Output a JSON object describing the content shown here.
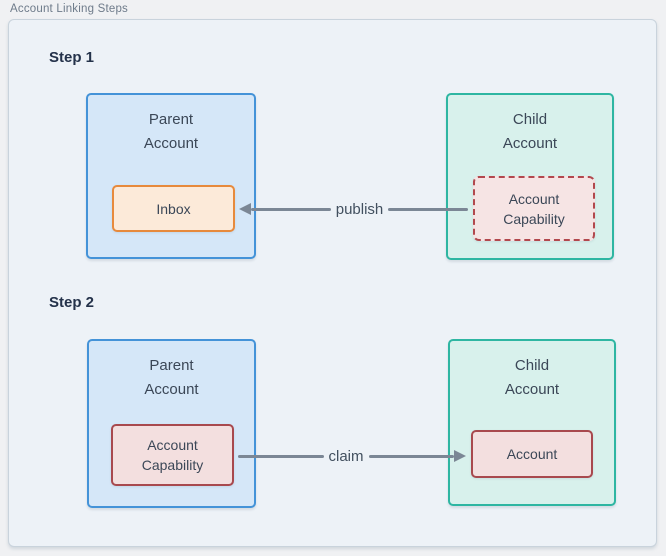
{
  "title": "Account Linking Steps",
  "colors": {
    "canvas_bg": "#edf2f7",
    "canvas_border": "#c9d3dc",
    "parent_box_bg": "#d5e7f8",
    "parent_box_border": "#4493d8",
    "child_box_bg": "#d8f1ec",
    "child_box_border": "#2eb6a2",
    "inbox_bg": "#fcead9",
    "inbox_border": "#e78a3c",
    "capability_bg": "#f3dfdf",
    "capability_border": "#a8494e",
    "arrow": "#7b8795",
    "heading_text": "#24324a",
    "box_text": "#3b4757"
  },
  "steps": [
    {
      "heading": "Step 1",
      "parent": {
        "title_line1": "Parent",
        "title_line2": "Account",
        "inner_line1": "Inbox",
        "inner_line2": ""
      },
      "child": {
        "title_line1": "Child",
        "title_line2": "Account",
        "inner_line1": "Account",
        "inner_line2": "Capability"
      },
      "arrow": {
        "label": "publish",
        "direction": "left"
      }
    },
    {
      "heading": "Step 2",
      "parent": {
        "title_line1": "Parent",
        "title_line2": "Account",
        "inner_line1": "Account",
        "inner_line2": "Capability"
      },
      "child": {
        "title_line1": "Child",
        "title_line2": "Account",
        "inner_line1": "Account",
        "inner_line2": ""
      },
      "arrow": {
        "label": "claim",
        "direction": "right"
      }
    }
  ]
}
